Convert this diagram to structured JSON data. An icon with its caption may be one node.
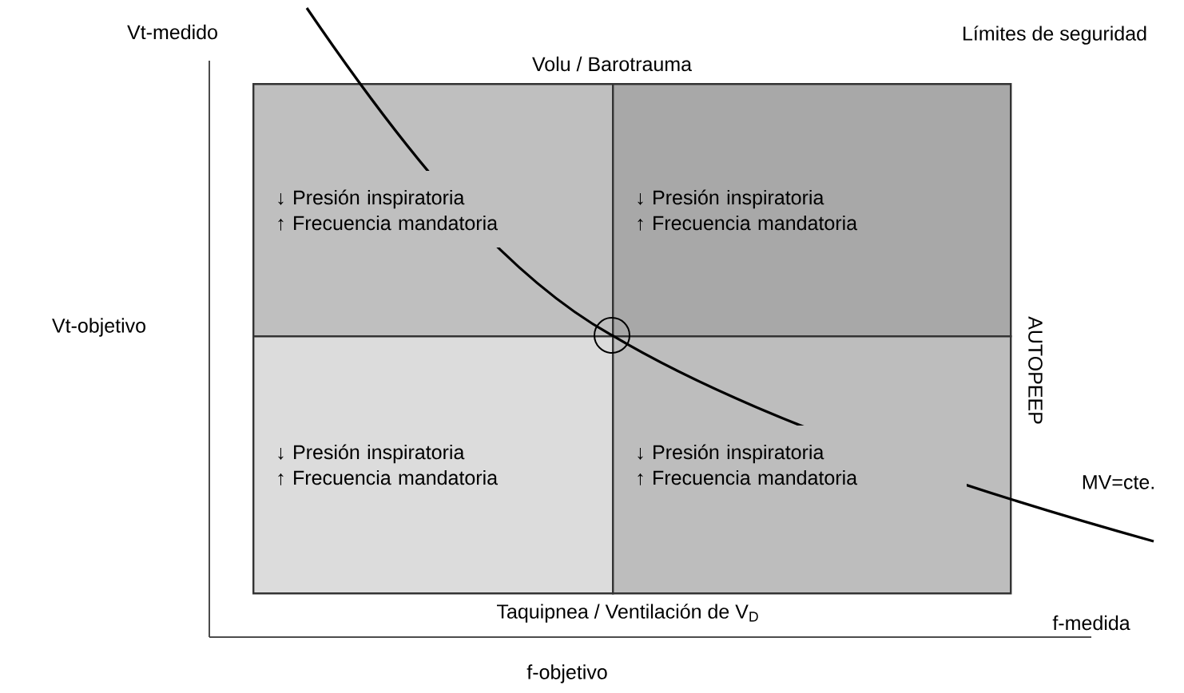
{
  "diagram": {
    "nodes": [
      {
        "text": [
          "↓ Presión inspiratoria",
          "↑ Frecuencia mandatoria"
        ]
      },
      {
        "text": [
          "↓ Presión inspiratoria",
          "↑ Frecuencia mandatoria"
        ]
      },
      {
        "text": [
          "↓ Presión inspiratoria",
          "↑ Frecuencia mandatoria"
        ]
      },
      {
        "text": [
          "↓ Presión inspiratoria",
          "↑ Frecuencia mandatoria"
        ]
      }
    ],
    "labels": [
      "Vt-medido",
      "Límites de seguridad",
      "Volu / Barotrauma",
      "Vt-objetivo",
      "AUTOPEEP",
      "MV=cte.",
      "Taquipnea / Ventilación de V$_{D}$",
      "f-medida",
      "f-objetivo"
    ]
  }
}
